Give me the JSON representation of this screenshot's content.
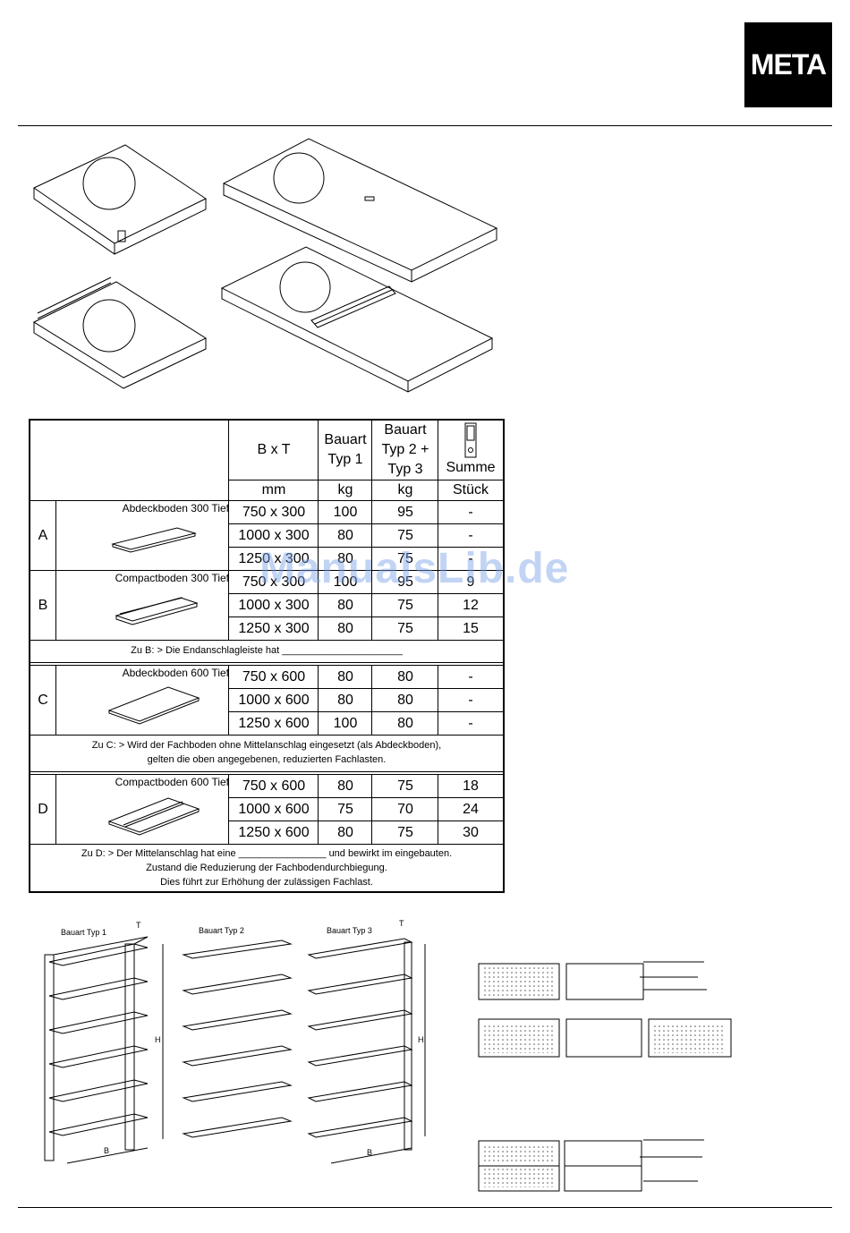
{
  "logo": "META",
  "watermark": "ManualsLib.de",
  "table": {
    "headers": {
      "bxt": "B x T",
      "typ1": "Bauart Typ 1",
      "typ23": "Bauart Typ 2 + Typ 3",
      "summe": "Summe"
    },
    "units": {
      "bxt": "mm",
      "typ1": "kg",
      "typ23": "kg",
      "summe": "Stück"
    },
    "groups": [
      {
        "letter": "A",
        "product": "Abdeckboden 300 Tief",
        "rows": [
          {
            "size": "750 x 300",
            "typ1": "100",
            "typ23": "95",
            "sum": "-"
          },
          {
            "size": "1000 x 300",
            "typ1": "80",
            "typ23": "75",
            "sum": "-"
          },
          {
            "size": "1250 x 300",
            "typ1": "80",
            "typ23": "75",
            "sum": "-"
          }
        ]
      },
      {
        "letter": "B",
        "product": "Compactboden 300 Tief",
        "rows": [
          {
            "size": "750 x 300",
            "typ1": "100",
            "typ23": "95",
            "sum": "9"
          },
          {
            "size": "1000 x 300",
            "typ1": "80",
            "typ23": "75",
            "sum": "12"
          },
          {
            "size": "1250 x 300",
            "typ1": "80",
            "typ23": "75",
            "sum": "15"
          }
        ]
      },
      {
        "letter": "C",
        "product": "Abdeckboden 600 Tief",
        "rows": [
          {
            "size": "750 x 600",
            "typ1": "80",
            "typ23": "80",
            "sum": "-"
          },
          {
            "size": "1000 x 600",
            "typ1": "80",
            "typ23": "80",
            "sum": "-"
          },
          {
            "size": "1250 x 600",
            "typ1": "100",
            "typ23": "80",
            "sum": "-"
          }
        ]
      },
      {
        "letter": "D",
        "product": "Compactboden 600 Tief",
        "rows": [
          {
            "size": "750 x 600",
            "typ1": "80",
            "typ23": "75",
            "sum": "18"
          },
          {
            "size": "1000 x 600",
            "typ1": "75",
            "typ23": "70",
            "sum": "24"
          },
          {
            "size": "1250 x 600",
            "typ1": "80",
            "typ23": "75",
            "sum": "30"
          }
        ]
      }
    ],
    "notes": {
      "b": "Zu B: > Die Endanschlagleiste hat ______________________",
      "c1": "Zu C: > Wird der Fachboden ohne Mittelanschlag eingesetzt (als Abdeckboden),",
      "c2": "gelten die oben angegebenen, reduzierten Fachlasten.",
      "d1": "Zu D: > Der Mittelanschlag hat eine ________________ und bewirkt im eingebauten.",
      "d2": "Zustand die Reduzierung der Fachbodendurchbiegung.",
      "d3": "Dies führt zur Erhöhung der zulässigen Fachlast."
    }
  },
  "figures": {
    "typ1": "Bauart Typ 1",
    "typ2": "Bauart Typ 2",
    "typ3": "Bauart Typ 3",
    "t": "T",
    "h": "H",
    "b": "B"
  }
}
